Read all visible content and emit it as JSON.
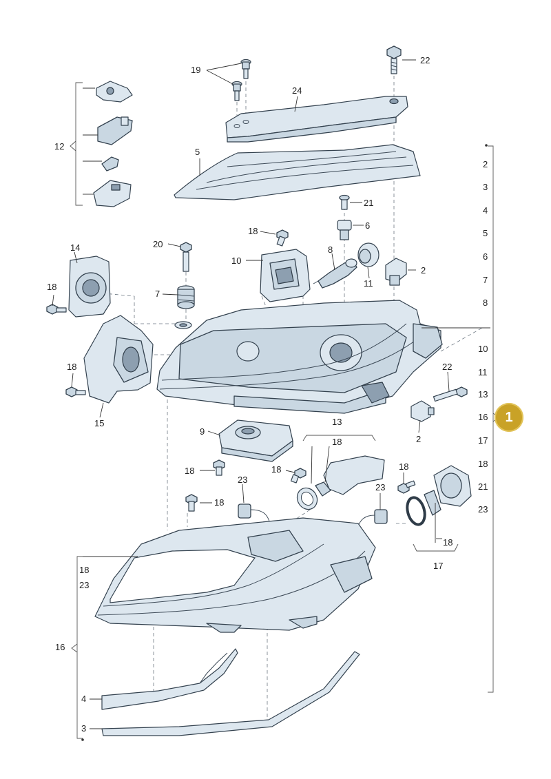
{
  "callout": {
    "badge": "1"
  },
  "labels": {
    "l19": "19",
    "l22": "22",
    "l24": "24",
    "l12": "12",
    "l5": "5",
    "l21": "21",
    "l6": "6",
    "l18_a": "18",
    "l20": "20",
    "l10": "10",
    "l8": "8",
    "l11": "11",
    "l2_a": "2",
    "l14": "14",
    "l18_b": "18",
    "l7": "7",
    "l18_c": "18",
    "l15": "15",
    "l22_b": "22",
    "l2_b": "2",
    "l9": "9",
    "l13": "13",
    "l18_d": "18",
    "l18_e": "18",
    "l18_f": "18",
    "l18_g": "18",
    "l23_a": "23",
    "l23_b": "23",
    "l18_h": "18",
    "l18_i": "18",
    "l17": "17",
    "l18_j": "18",
    "l23_c": "23",
    "l16": "16",
    "l4": "4",
    "l3": "3"
  },
  "bracket_list": [
    "2",
    "3",
    "4",
    "5",
    "6",
    "7",
    "8",
    "10",
    "11",
    "13",
    "16",
    "17",
    "18",
    "21",
    "23"
  ]
}
